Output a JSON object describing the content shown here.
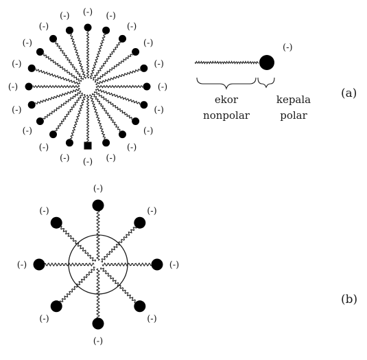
{
  "charge_sign": "(-)",
  "legend": {
    "tail_label_line1": "ekor",
    "tail_label_line2": "nonpolar",
    "head_label_line1": "kepala",
    "head_label_line2": "polar"
  },
  "panel_labels": {
    "a": "(a)",
    "b": "(b)"
  },
  "colors": {
    "ink": "#000000",
    "background": "#ffffff"
  },
  "micelle_a": {
    "molecule_count": 20
  },
  "micelle_b": {
    "molecule_count": 8
  }
}
